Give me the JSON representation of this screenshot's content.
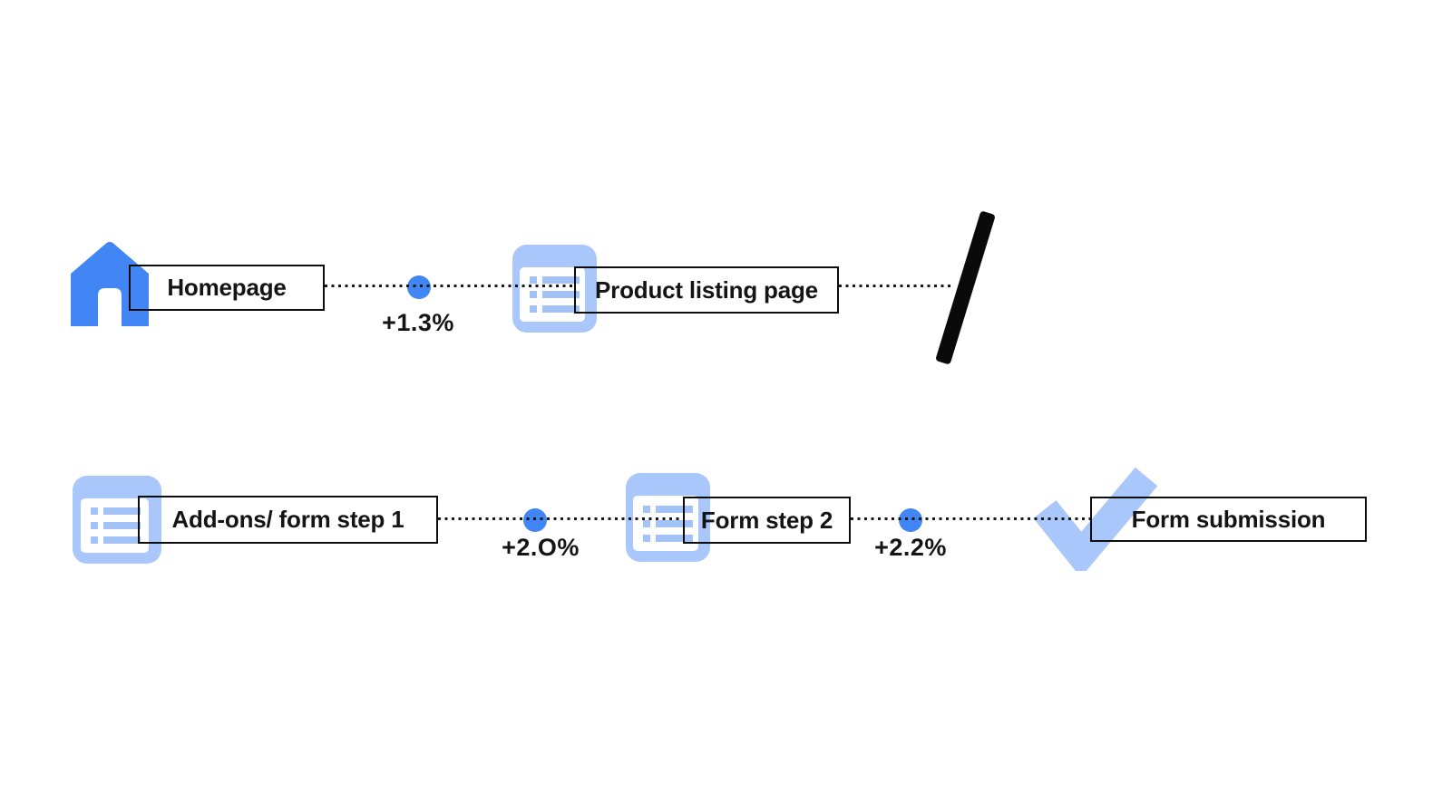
{
  "diagram": {
    "type": "user-journey-funnel",
    "rows": [
      {
        "steps": [
          {
            "icon": "home-icon",
            "label": "Homepage"
          },
          {
            "icon": "list-icon",
            "label": "Product listing page"
          }
        ],
        "transitions": [
          {
            "delta": "+1.3%"
          }
        ],
        "continuation": "page-break-slash"
      },
      {
        "steps": [
          {
            "icon": "list-icon",
            "label": "Add-ons/ form step 1"
          },
          {
            "icon": "list-icon",
            "label": "Form step 2"
          },
          {
            "icon": "checkmark-icon",
            "label": "Form submission"
          }
        ],
        "transitions": [
          {
            "delta": "+2.O%"
          },
          {
            "delta": "+2.2%"
          }
        ]
      }
    ],
    "colors": {
      "primary_blue": "#4285F4",
      "light_blue": "#A9C7FA",
      "connector_black": "#141414",
      "background": "#FFFFFF"
    }
  }
}
